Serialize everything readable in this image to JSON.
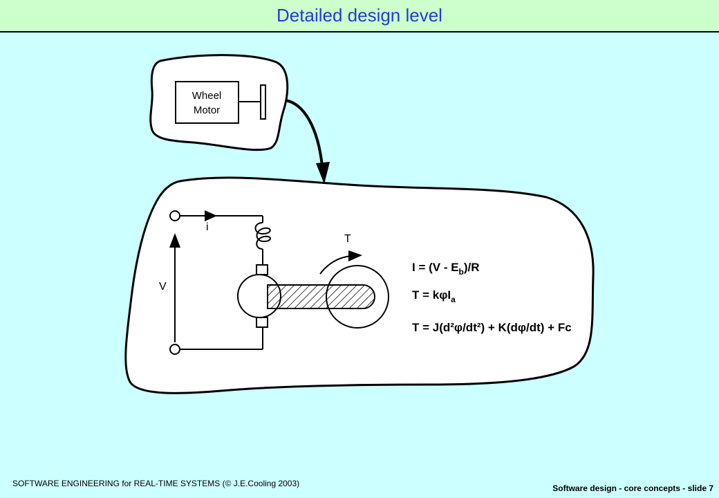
{
  "header": {
    "title": "Detailed design level"
  },
  "diagram": {
    "block_label_line1": "Wheel",
    "block_label_line2": "Motor",
    "current_label": "i",
    "voltage_label": "V",
    "torque_label": "T",
    "eq1_a": "I = (V - E",
    "eq1_sub": "b",
    "eq1_b": ")/R",
    "eq2_a": "T = kφI",
    "eq2_sub": "a",
    "eq3": "T = J(d²φ/dt²) + K(dφ/dt) +  Fc"
  },
  "footer": {
    "left": "SOFTWARE  ENGINEERING   for REAL-TIME  SYSTEMS (© J.E.Cooling 2003)",
    "right": "Software  design  -  core concepts   - slide 7"
  },
  "colors": {
    "background": "#ccffff",
    "title_bar": "#ccffcc",
    "title_text": "#1f3fd0"
  }
}
